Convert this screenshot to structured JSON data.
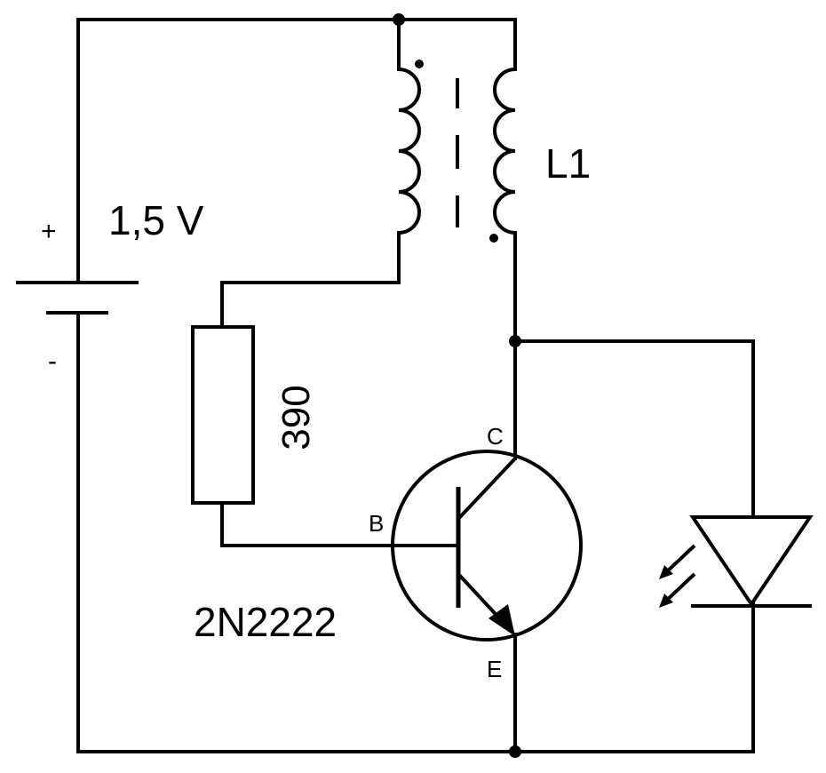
{
  "battery": {
    "voltage_label": "1,5 V",
    "plus_sign": "+",
    "minus_sign": "-"
  },
  "inductor": {
    "label": "L1"
  },
  "resistor": {
    "value_label": "390"
  },
  "transistor": {
    "part_label": "2N2222",
    "collector_label": "C",
    "base_label": "B",
    "emitter_label": "E"
  },
  "colors": {
    "ink": "#000000",
    "background": "#ffffff"
  }
}
